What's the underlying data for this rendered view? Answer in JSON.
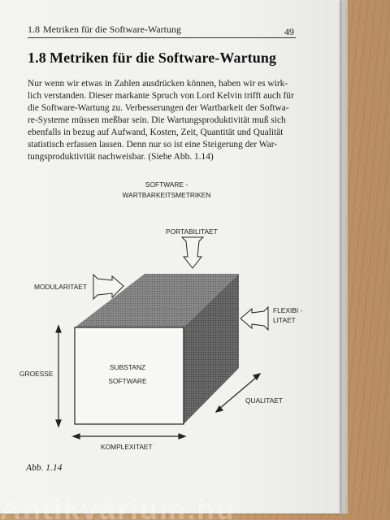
{
  "running_head": {
    "section_number": "1.8",
    "section_title": "Metriken für die Software-Wartung",
    "page_number": "49"
  },
  "heading": {
    "number": "1.8",
    "text": "Metriken für die Software-Wartung"
  },
  "body_lines": [
    "Nur wenn wir etwas in Zahlen ausdrücken können, haben wir es wirk-",
    "lich verstanden. Dieser markante Spruch von Lord Kelvin trifft auch für",
    "die Software-Wartung zu. Verbesserungen der Wartbarkeit der Softwa-",
    "re-Systeme müssen meßbar sein. Die Wartungsproduktivität muß sich",
    "ebenfalls in bezug auf Aufwand, Kosten, Zeit, Quantität und Qualität",
    "statistisch erfassen lassen. Denn nur so ist eine Steigerung der War-",
    "tungsproduktivität nachweisbar. (Siehe Abb. 1.14)"
  ],
  "figure": {
    "title_line1": "SOFTWARE -",
    "title_line2": "WARTBARKEITSMETRIKEN",
    "portability": "PORTABILITAET",
    "modularity": "MODULARITAET",
    "flexibility_line1": "FLEXIBI -",
    "flexibility_line2": "LITAET",
    "size": "GROESSE",
    "substance_line1": "SUBSTANZ",
    "substance_line2": "SOFTWARE",
    "quality": "QUALITAET",
    "complexity": "KOMPLEXITAET"
  },
  "caption": "Abb. 1.14",
  "watermark": "Antikvárium.hu"
}
